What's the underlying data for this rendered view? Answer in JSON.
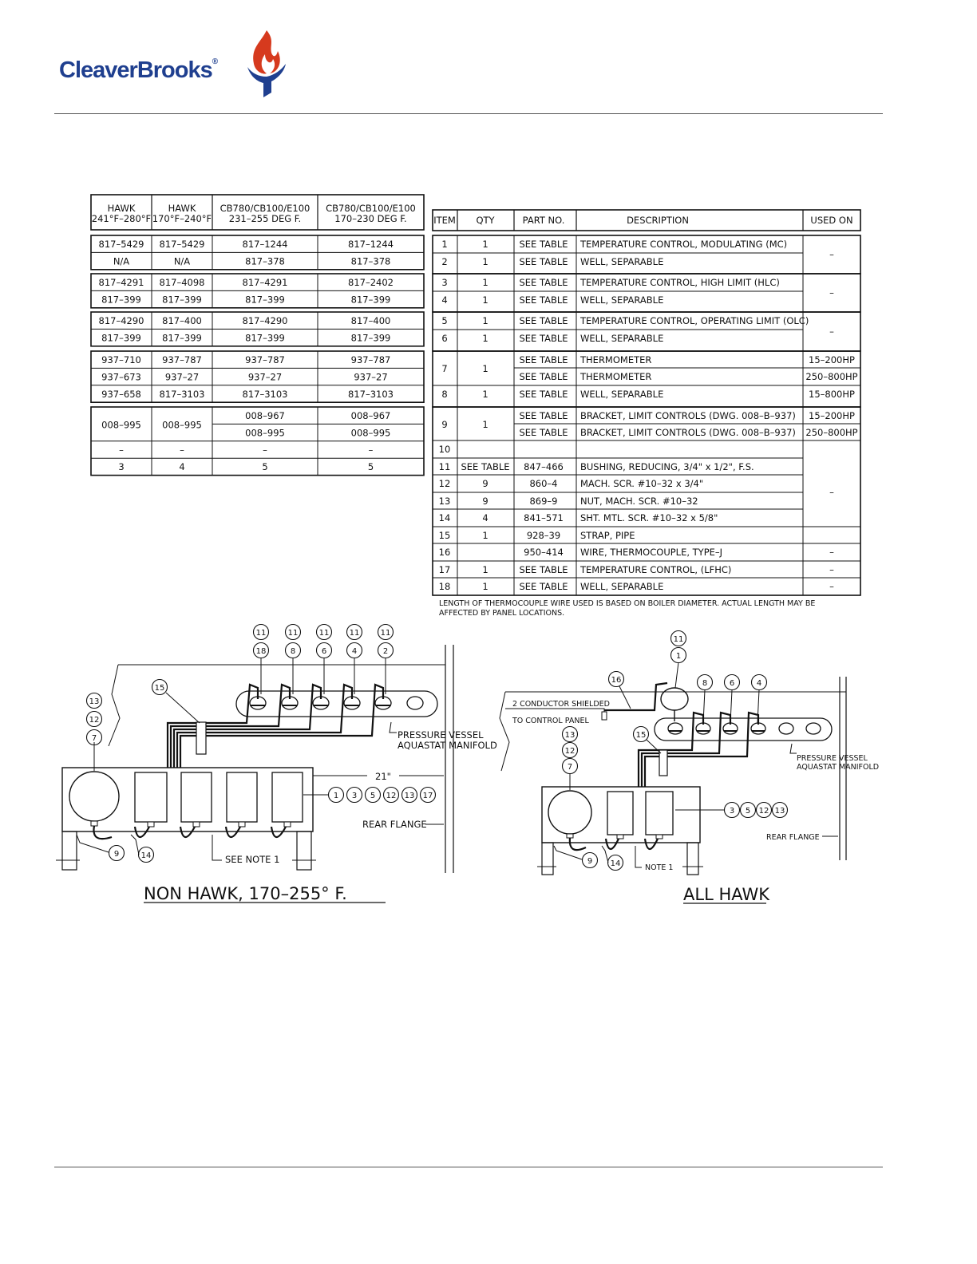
{
  "brand": {
    "name_part1": "Cleaver",
    "name_part2": "Brooks",
    "reg": "®",
    "accent": "#1f3f8f",
    "flame": "#d63a1e"
  },
  "left_table": {
    "headers": [
      {
        "line1": "HAWK",
        "line2": "241°F–280°F"
      },
      {
        "line1": "HAWK",
        "line2": "170°F–240°F"
      },
      {
        "line1": "CB780/CB100/E100",
        "line2": "231–255 DEG F."
      },
      {
        "line1": "CB780/CB100/E100",
        "line2": "170–230 DEG F."
      }
    ],
    "groups": [
      [
        [
          "817–5429",
          "817–5429",
          "817–1244",
          "817–1244"
        ],
        [
          "N/A",
          "N/A",
          "817–378",
          "817–378"
        ]
      ],
      [
        [
          "817–4291",
          "817–4098",
          "817–4291",
          "817–2402"
        ],
        [
          "817–399",
          "817–399",
          "817–399",
          "817–399"
        ]
      ],
      [
        [
          "817–4290",
          "817–400",
          "817–4290",
          "817–400"
        ],
        [
          "817–399",
          "817–399",
          "817–399",
          "817–399"
        ]
      ],
      [
        [
          "937–710",
          "937–787",
          "937–787",
          "937–787"
        ],
        [
          "937–673",
          "937–27",
          "937–27",
          "937–27"
        ],
        [
          "937–658",
          "817–3103",
          "817–3103",
          "817–3103"
        ]
      ]
    ],
    "bracket_left": [
      "008–995",
      "008–995"
    ],
    "bracket_right": [
      [
        "008–967",
        "008–967"
      ],
      [
        "008–995",
        "008–995"
      ]
    ],
    "dash_row": [
      "–",
      "–",
      "–",
      "–"
    ],
    "last_row": [
      "3",
      "4",
      "5",
      "5"
    ]
  },
  "parts_table": {
    "headers": [
      "ITEM",
      "QTY",
      "PART NO.",
      "DESCRIPTION",
      "USED ON"
    ],
    "rows": [
      [
        "1",
        "1",
        "SEE TABLE",
        "TEMPERATURE CONTROL, MODULATING (MC)",
        ""
      ],
      [
        "2",
        "1",
        "SEE TABLE",
        "WELL, SEPARABLE",
        ""
      ],
      [
        "3",
        "1",
        "SEE TABLE",
        "TEMPERATURE CONTROL, HIGH LIMIT (HLC)",
        ""
      ],
      [
        "4",
        "1",
        "SEE TABLE",
        "WELL, SEPARABLE",
        ""
      ],
      [
        "5",
        "1",
        "SEE TABLE",
        "TEMPERATURE CONTROL, OPERATING LIMIT (OLC)",
        ""
      ],
      [
        "6",
        "1",
        "SEE TABLE",
        "WELL, SEPARABLE",
        ""
      ],
      [
        "7",
        "1",
        "SEE TABLE",
        "THERMOMETER",
        "15–200HP"
      ],
      [
        "",
        "",
        "SEE TABLE",
        "THERMOMETER",
        "250–800HP"
      ],
      [
        "8",
        "1",
        "SEE TABLE",
        "WELL, SEPARABLE",
        "15–800HP"
      ],
      [
        "9",
        "1",
        "SEE TABLE",
        "BRACKET, LIMIT CONTROLS   (DWG. 008–B–937)",
        "15–200HP"
      ],
      [
        "",
        "",
        "SEE TABLE",
        "BRACKET, LIMIT CONTROLS   (DWG. 008–B–937)",
        "250–800HP"
      ],
      [
        "10",
        "",
        "",
        "",
        ""
      ],
      [
        "11",
        "SEE TABLE",
        "847–466",
        "BUSHING, REDUCING, 3/4\" x 1/2\", F.S.",
        ""
      ],
      [
        "12",
        "9",
        "860–4",
        "MACH. SCR. #10–32 x 3/4\"",
        ""
      ],
      [
        "13",
        "9",
        "869–9",
        "NUT, MACH. SCR. #10–32",
        ""
      ],
      [
        "14",
        "4",
        "841–571",
        "SHT. MTL. SCR. #10–32 x 5/8\"",
        ""
      ],
      [
        "15",
        "1",
        "928–39",
        "STRAP, PIPE",
        ""
      ],
      [
        "16",
        "",
        "950–414",
        "WIRE, THERMOCOUPLE, TYPE–J",
        "–"
      ],
      [
        "17",
        "1",
        "SEE TABLE",
        "TEMPERATURE CONTROL, (LFHC)",
        "–"
      ],
      [
        "18",
        "1",
        "SEE TABLE",
        "WELL, SEPARABLE",
        "–"
      ]
    ],
    "merged_dash": "–",
    "note_line1": "LENGTH OF THERMOCOUPLE WIRE USED IS BASED ON BOILER DIAMETER.  ACTUAL LENGTH MAY BE",
    "note_line2": "AFFECTED BY PANEL LOCATIONS."
  },
  "diagram_left": {
    "caption": "NON HAWK, 170–255° F.",
    "pressure_vessel": "PRESSURE VESSEL",
    "aquastat": "AQUASTAT MANIFOLD",
    "dim": "21\"",
    "rear_flange": "REAR FLANGE",
    "see_note": "SEE NOTE 1",
    "top_balloons": [
      [
        "11",
        "18"
      ],
      [
        "11",
        "8"
      ],
      [
        "11",
        "6"
      ],
      [
        "11",
        "4"
      ],
      [
        "11",
        "2"
      ]
    ],
    "side_balloons": [
      "13",
      "12",
      "7"
    ],
    "strap_balloon": "15",
    "row_balloons": [
      "1",
      "3",
      "5",
      "12",
      "13",
      "17"
    ],
    "bottom_balloons": [
      "9",
      "14"
    ]
  },
  "diagram_right": {
    "caption": "ALL HAWK",
    "wire_line1": "2 CONDUCTOR SHIELDED",
    "wire_line2": "TO CONTROL PANEL",
    "pressure_vessel": "PRESSURE VESSEL",
    "aquastat": "AQUASTAT MANIFOLD",
    "rear_flange": "REAR FLANGE",
    "note": "NOTE 1",
    "top_balloons": [
      "11",
      "1"
    ],
    "wire_balloon": "16",
    "manifold_balloons": [
      "8",
      "6",
      "4"
    ],
    "side_balloons": [
      "13",
      "12",
      "7"
    ],
    "strap_balloon": "15",
    "row_balloons": [
      "3",
      "5",
      "12",
      "13"
    ],
    "bottom_balloons": [
      "9",
      "14"
    ]
  }
}
